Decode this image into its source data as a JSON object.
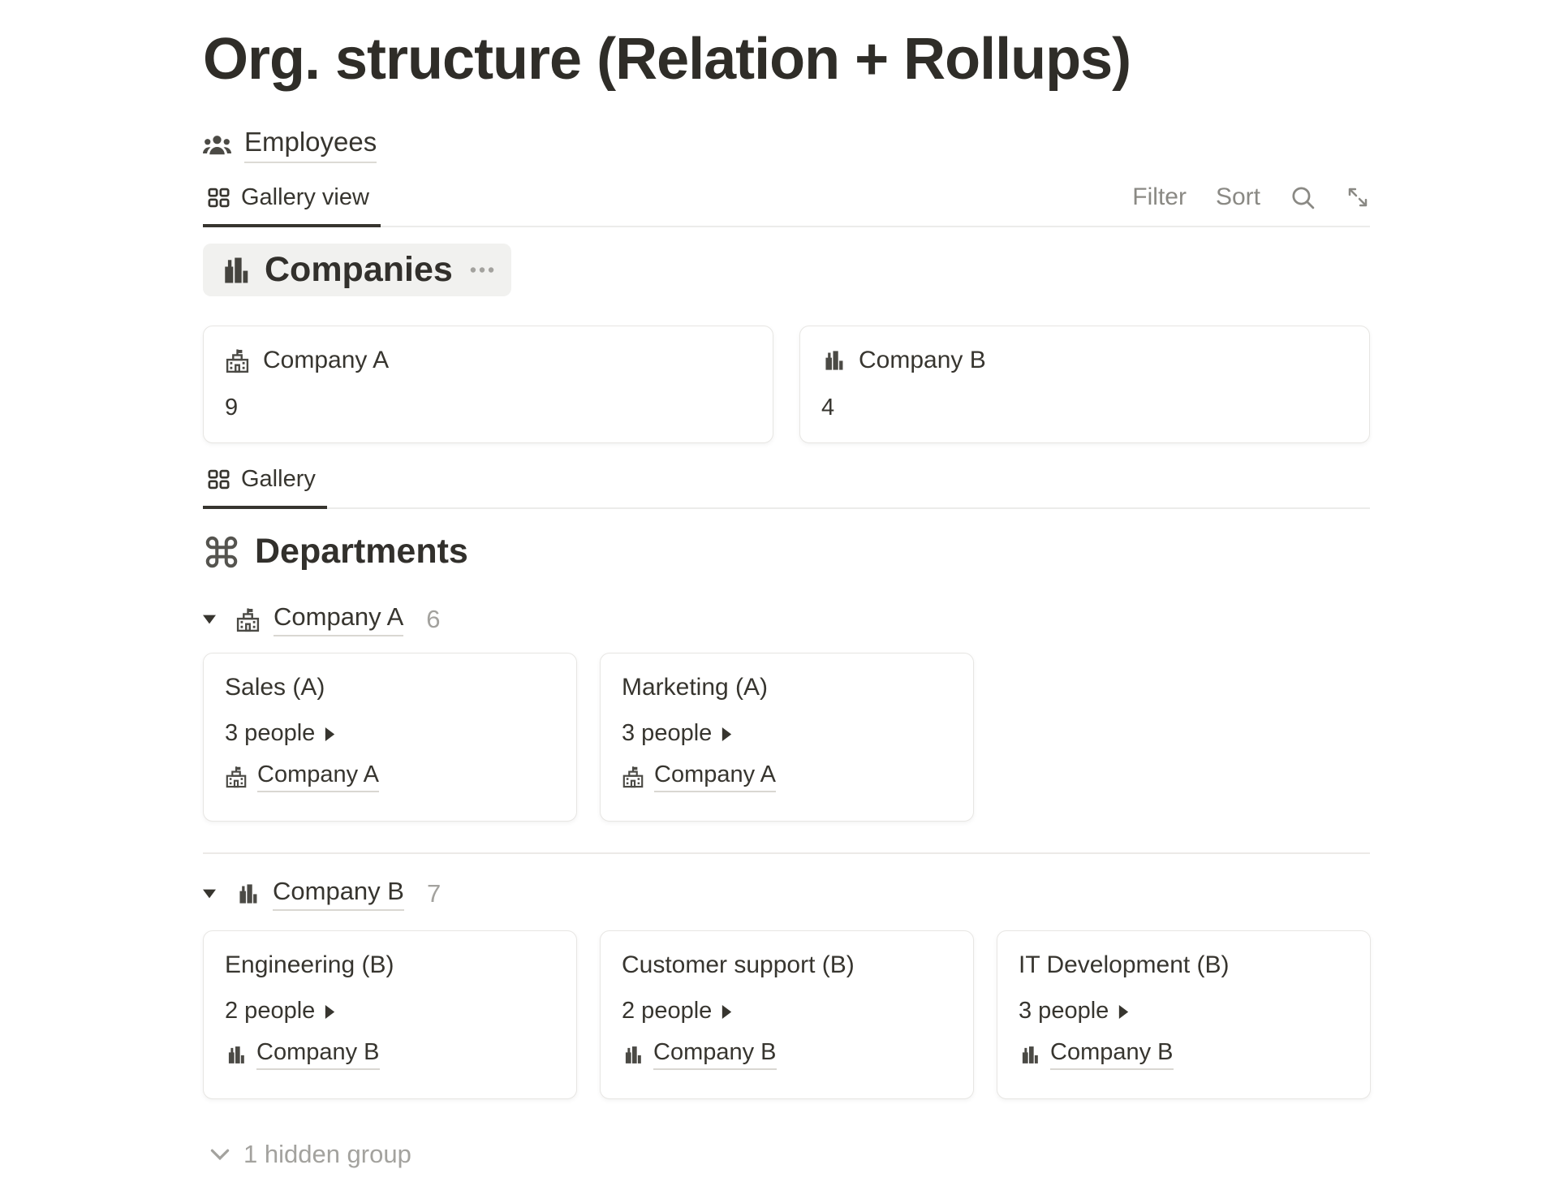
{
  "page": {
    "title": "Org. structure (Relation + Rollups)"
  },
  "source": {
    "label": "Employees",
    "icon": "people-icon"
  },
  "toolbar": {
    "active_view": "Gallery view",
    "filter_label": "Filter",
    "sort_label": "Sort",
    "icons": [
      "search-icon",
      "expand-icon"
    ]
  },
  "companies": {
    "heading": "Companies",
    "cards": [
      {
        "name": "Company A",
        "icon": "building-flag-icon",
        "rollup_count": "9"
      },
      {
        "name": "Company B",
        "icon": "building-city-icon",
        "rollup_count": "4"
      }
    ]
  },
  "departments": {
    "view_tab": "Gallery",
    "heading": "Departments",
    "heading_icon": "command-icon",
    "groups": [
      {
        "name": "Company A",
        "icon": "building-flag-icon",
        "count": "6",
        "cards": [
          {
            "title": "Sales (A)",
            "people": "3 people",
            "company": "Company A"
          },
          {
            "title": "Marketing (A)",
            "people": "3 people",
            "company": "Company A"
          }
        ]
      },
      {
        "name": "Company B",
        "icon": "building-city-icon",
        "count": "7",
        "cards": [
          {
            "title": "Engineering (B)",
            "people": "2 people",
            "company": "Company B"
          },
          {
            "title": "Customer support (B)",
            "people": "2 people",
            "company": "Company B"
          },
          {
            "title": "IT Development (B)",
            "people": "3 people",
            "company": "Company B"
          }
        ]
      }
    ],
    "hidden_groups_label": "1 hidden group"
  },
  "colors": {
    "text_primary": "#37352f",
    "text_secondary": "#8a8984",
    "text_muted": "#a3a29e",
    "border": "#ececea",
    "chip_background": "#f1f1ef",
    "tab_underline": "#37352f"
  }
}
